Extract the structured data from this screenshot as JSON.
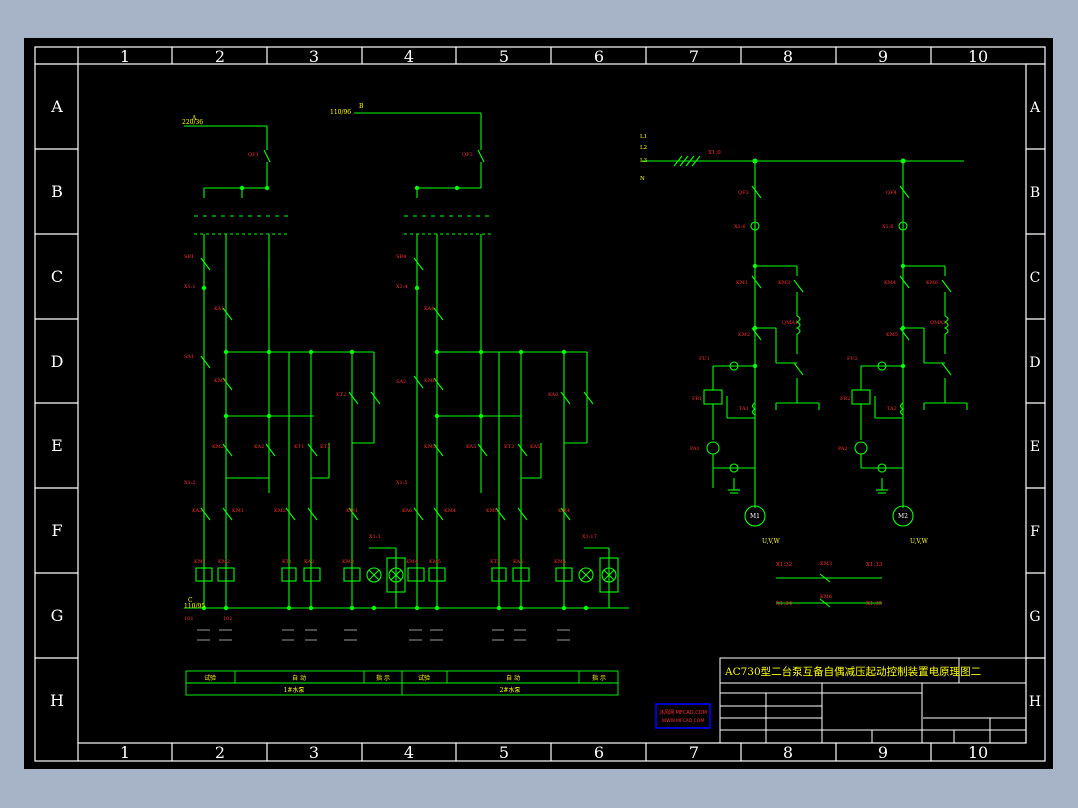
{
  "drawing": {
    "title": "AC730型二台泵互备自偶减压起动控制装置电原理图二",
    "column_labels": [
      "1",
      "2",
      "3",
      "4",
      "5",
      "6",
      "7",
      "8",
      "9",
      "10"
    ],
    "row_labels": [
      "A",
      "B",
      "C",
      "D",
      "E",
      "F",
      "G",
      "H"
    ]
  },
  "circuits": {
    "left_ctrl_source": "220/36",
    "left_phase": "A",
    "right_ctrl_source": "110/96",
    "right_phase": "B",
    "bottom_left_source": "110/95",
    "bottom_left_phase": "C",
    "feeders": [
      "L1",
      "L2",
      "L3",
      "N"
    ],
    "feeder_terminal": "X1:0",
    "motor_1": "M1",
    "motor_2": "M2",
    "motor_supply": "U,V,W",
    "motor_supply_2": "U,V,W",
    "aux_row_1": {
      "left": "X1:32",
      "right": "X1:33"
    },
    "aux_row_2": {
      "left": "X1:34",
      "right": "X1:35"
    }
  },
  "table": {
    "left": [
      "试验",
      "自 动",
      "指 示"
    ],
    "right": [
      "试验",
      "自 动",
      "指 示"
    ],
    "unit_left": "1#水泵",
    "unit_right": "2#水泵"
  },
  "watermark": {
    "line1": "沐风网 MFCAD.COM",
    "line2": "WWW.MFCAD.COM"
  },
  "colors": {
    "background": "#000000",
    "frame": "#ffffff",
    "wire": "#00ff00",
    "label": "#ff3030",
    "text": "#ffff00",
    "watermark_border": "#0000ff"
  }
}
